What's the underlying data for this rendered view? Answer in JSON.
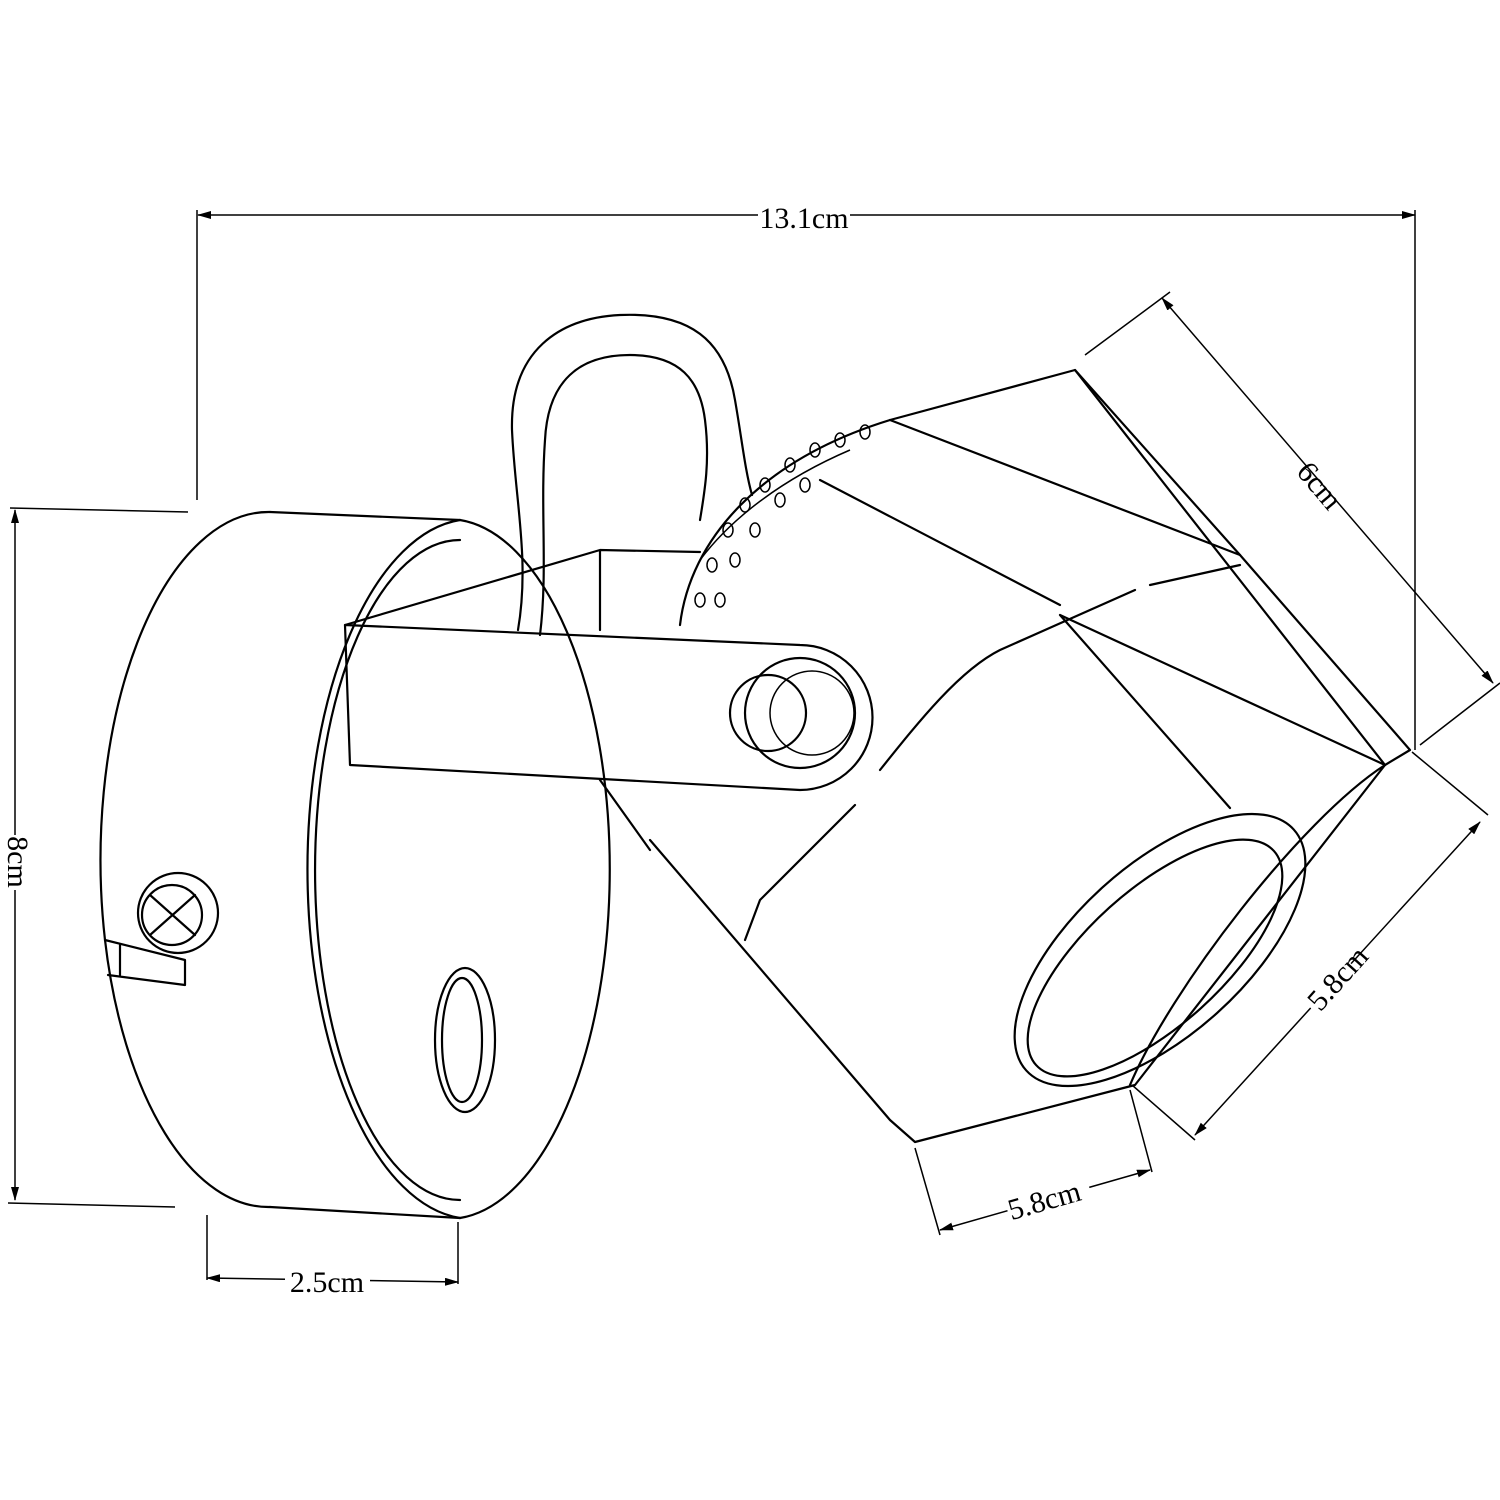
{
  "dimensions": {
    "width": "13.1cm",
    "height": "8cm",
    "base_depth": "2.5cm",
    "head_length": "6cm",
    "head_side_right": "5.8cm",
    "head_side_bottom": "5.8cm"
  }
}
